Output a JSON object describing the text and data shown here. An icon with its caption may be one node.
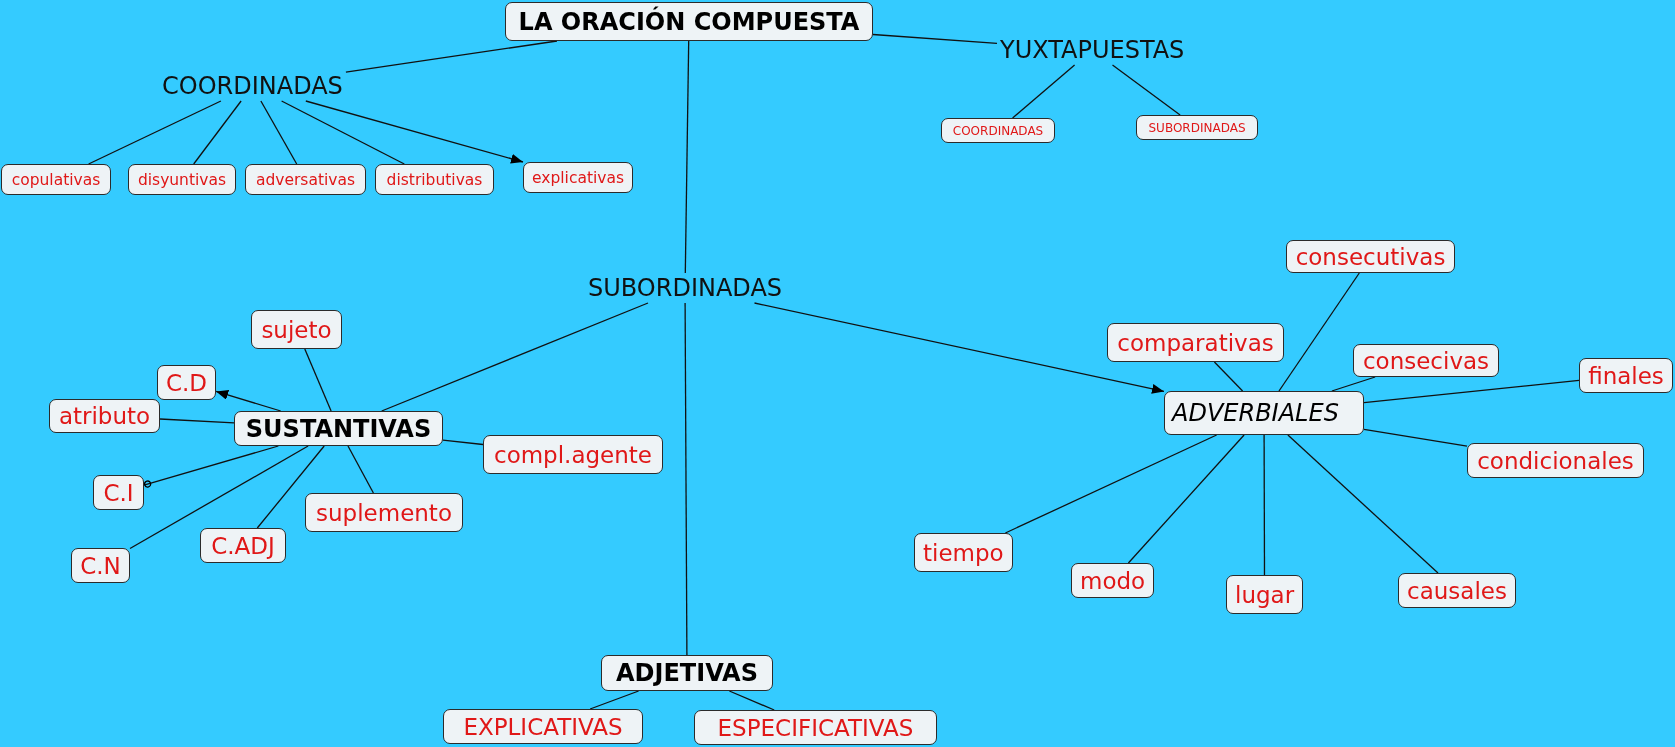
{
  "diagram": {
    "nodes": [
      {
        "text": [
          "LA ORACIÓN COMPUESTA"
        ]
      },
      {
        "text": [
          "COORDINADAS"
        ]
      },
      {
        "text": [
          "YUXTAPUESTAS"
        ]
      },
      {
        "text": [
          "copulativas"
        ]
      },
      {
        "text": [
          "disyuntivas"
        ]
      },
      {
        "text": [
          "adversativas"
        ]
      },
      {
        "text": [
          "distributivas"
        ]
      },
      {
        "text": [
          "explicativas"
        ]
      },
      {
        "text": [
          "COORDINADAS"
        ]
      },
      {
        "text": [
          "SUBORDINADAS"
        ]
      },
      {
        "text": [
          "consecutivas"
        ]
      },
      {
        "text": [
          "SUBORDINADAS"
        ]
      },
      {
        "text": [
          "sujeto"
        ]
      },
      {
        "text": [
          "comparativas"
        ]
      },
      {
        "text": [
          "consecivas"
        ]
      },
      {
        "text": [
          "C.D"
        ]
      },
      {
        "text": [
          "finales"
        ]
      },
      {
        "text": [
          "atributo"
        ]
      },
      {
        "text": [
          "ADVERBIALES"
        ]
      },
      {
        "text": [
          "SUSTANTIVAS"
        ]
      },
      {
        "text": [
          "compl.agente"
        ]
      },
      {
        "text": [
          "condicionales"
        ]
      },
      {
        "text": [
          "C.I"
        ]
      },
      {
        "text": [
          "suplemento"
        ]
      },
      {
        "text": [
          "C.ADJ"
        ]
      },
      {
        "text": [
          "tiempo"
        ]
      },
      {
        "text": [
          "C.N"
        ]
      },
      {
        "text": [
          "modo"
        ]
      },
      {
        "text": [
          "causales"
        ]
      },
      {
        "text": [
          "lugar"
        ]
      },
      {
        "text": [
          "ADJETIVAS"
        ]
      },
      {
        "text": [
          "EXPLICATIVAS"
        ]
      },
      {
        "text": [
          "ESPECIFICATIVAS"
        ]
      }
    ],
    "edges": [
      {
        "from": 0,
        "to": 1,
        "arrow": "none"
      },
      {
        "from": 0,
        "to": 2,
        "arrow": "none"
      },
      {
        "from": 0,
        "to": 11,
        "arrow": "none"
      },
      {
        "from": 1,
        "to": 3,
        "arrow": "none"
      },
      {
        "from": 1,
        "to": 4,
        "arrow": "none"
      },
      {
        "from": 1,
        "to": 5,
        "arrow": "none"
      },
      {
        "from": 1,
        "to": 6,
        "arrow": "none"
      },
      {
        "from": 1,
        "to": 7,
        "arrow": "to"
      },
      {
        "from": 2,
        "to": 8,
        "arrow": "none"
      },
      {
        "from": 2,
        "to": 9,
        "arrow": "none"
      },
      {
        "from": 11,
        "to": 19,
        "arrow": "none"
      },
      {
        "from": 11,
        "to": 18,
        "arrow": "to"
      },
      {
        "from": 11,
        "to": 30,
        "arrow": "none"
      },
      {
        "from": 19,
        "to": 12,
        "arrow": "none"
      },
      {
        "from": 19,
        "to": 15,
        "arrow": "to"
      },
      {
        "from": 19,
        "to": 17,
        "arrow": "none"
      },
      {
        "from": 19,
        "to": 22,
        "arrow": "other"
      },
      {
        "from": 19,
        "to": 26,
        "arrow": "none"
      },
      {
        "from": 19,
        "to": 24,
        "arrow": "none"
      },
      {
        "from": 19,
        "to": 23,
        "arrow": "none"
      },
      {
        "from": 19,
        "to": 20,
        "arrow": "none"
      },
      {
        "from": 18,
        "to": 13,
        "arrow": "none"
      },
      {
        "from": 18,
        "to": 10,
        "arrow": "none"
      },
      {
        "from": 18,
        "to": 14,
        "arrow": "none"
      },
      {
        "from": 18,
        "to": 16,
        "arrow": "none"
      },
      {
        "from": 18,
        "to": 21,
        "arrow": "none"
      },
      {
        "from": 18,
        "to": 28,
        "arrow": "none"
      },
      {
        "from": 18,
        "to": 29,
        "arrow": "none"
      },
      {
        "from": 18,
        "to": 27,
        "arrow": "none"
      },
      {
        "from": 18,
        "to": 25,
        "arrow": "none"
      },
      {
        "from": 30,
        "to": 31,
        "arrow": "none"
      },
      {
        "from": 30,
        "to": 32,
        "arrow": "none"
      }
    ]
  }
}
